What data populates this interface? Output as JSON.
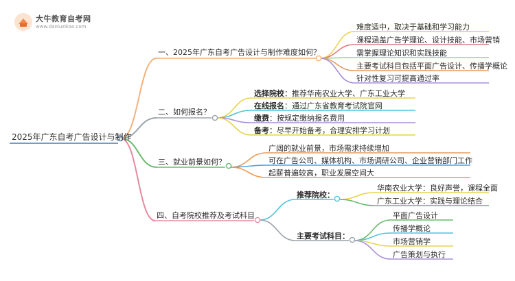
{
  "watermark": {
    "name": "大牛教育自考网",
    "url": "www.daniuzikao.com"
  },
  "root": "2025年广东自考广告设计与制作",
  "branches": [
    {
      "title": "一、2025年广东自考广告设计与制作难度如何？",
      "color": "#f2b27d",
      "items": [
        {
          "text": "难度适中，取决于基础和学习能力",
          "color": "#e8d34a"
        },
        {
          "text": "课程涵盖广告学理论、设计技能、市场营销",
          "color": "#e07d7d"
        },
        {
          "text": "需掌握理论知识和实践技能",
          "color": "#9fd18b"
        },
        {
          "text": "主要考试科目包括平面广告设计、传播学概论",
          "color": "#e59a5a"
        },
        {
          "text": "针对性复习可提高通过率",
          "color": "#a88fd8"
        }
      ]
    },
    {
      "title": "二、如何报名？",
      "color": "#9aa3a8",
      "items": [
        {
          "label": "选择院校",
          "text": "：推荐华南农业大学、广东工业大学",
          "color": "#e8d34a"
        },
        {
          "label": "在线报名",
          "text": "：通过广东省教育考试院官网",
          "color": "#4fc3d9"
        },
        {
          "label": "缴费",
          "text": "：按规定缴纳报名费用",
          "color": "#a88fd8"
        },
        {
          "label": "备考",
          "text": "：尽早开始备考，合理安排学习计划",
          "color": "#e8d34a"
        }
      ]
    },
    {
      "title": "三、就业前景如何？",
      "color": "#66bb6a",
      "items": [
        {
          "text": "广阔的就业前景，市场需求持续增加",
          "color": "#e59a5a"
        },
        {
          "text": "可在广告公司、媒体机构、市场调研公司、企业营销部门工作",
          "color": "#4fa3e3"
        },
        {
          "text": "起薪普遍较高，职业发展空间大",
          "color": "#e59a5a"
        }
      ]
    },
    {
      "title": "四、自考院校推荐及考试科目",
      "color": "#e58aa0",
      "groups": [
        {
          "label": "推荐院校：",
          "color": "#4fc3d9",
          "items": [
            {
              "text": "华南农业大学：良好声誉，课程全面",
              "color": "#e8d34a"
            },
            {
              "text": "广东工业大学：实践与理论结合",
              "color": "#66bb6a"
            }
          ]
        },
        {
          "label": "主要考试科目：",
          "color": "#9aa3a8",
          "items": [
            {
              "text": "平面广告设计",
              "color": "#66bb6a"
            },
            {
              "text": "传播学概论",
              "color": "#4fc3d9"
            },
            {
              "text": "市场营销学",
              "color": "#e8d34a"
            },
            {
              "text": "广告策划与执行",
              "color": "#a88fd8"
            }
          ]
        }
      ]
    }
  ]
}
